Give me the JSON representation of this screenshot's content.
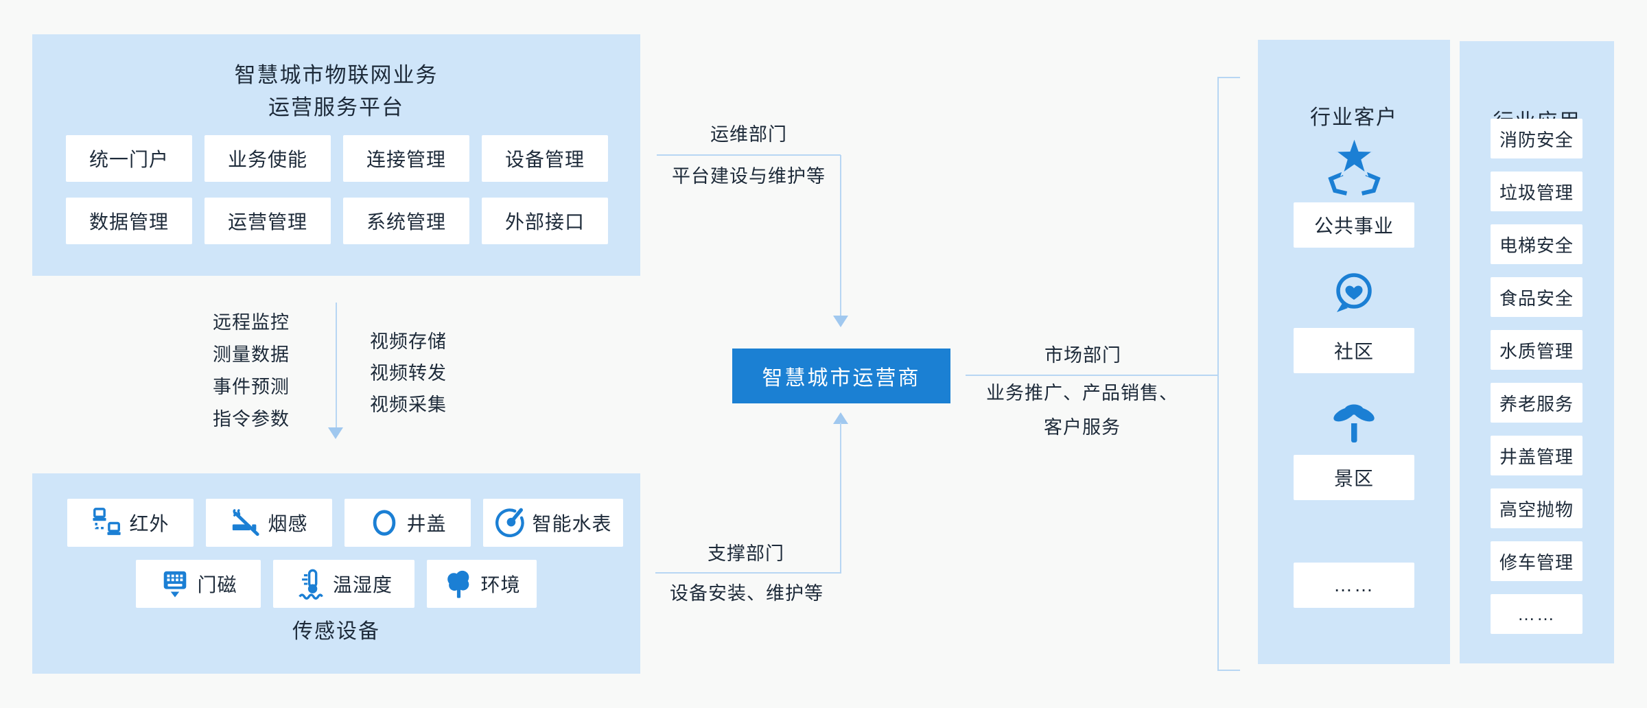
{
  "platform_panel": {
    "title_line1": "智慧城市物联网业务",
    "title_line2": "运营服务平台",
    "modules": [
      "统一门户",
      "业务使能",
      "连接管理",
      "设备管理",
      "数据管理",
      "运营管理",
      "系统管理",
      "外部接口"
    ]
  },
  "data_flow": {
    "down_items": [
      "远程监控",
      "测量数据",
      "事件预测",
      "指令参数"
    ],
    "video_items": [
      "视频存储",
      "视频转发",
      "视频采集"
    ]
  },
  "sensor_panel": {
    "label": "传感设备",
    "row1": [
      {
        "icon": "infrared-icon",
        "label": "红外"
      },
      {
        "icon": "smoke-sensor-icon",
        "label": "烟感"
      },
      {
        "icon": "manhole-cover-icon",
        "label": "井盖"
      },
      {
        "icon": "water-meter-icon",
        "label": "智能水表"
      }
    ],
    "row2": [
      {
        "icon": "door-magnet-icon",
        "label": "门磁"
      },
      {
        "icon": "temp-humidity-icon",
        "label": "温湿度"
      },
      {
        "icon": "environment-tree-icon",
        "label": "环境"
      }
    ]
  },
  "operator": {
    "label": "智慧城市运营商"
  },
  "links": {
    "ops": {
      "dept": "运维部门",
      "desc": "平台建设与维护等"
    },
    "support": {
      "dept": "支撑部门",
      "desc": "设备安装、维护等"
    },
    "market": {
      "dept": "市场部门",
      "desc_line1": "业务推广、产品销售、",
      "desc_line2": "客户服务"
    }
  },
  "customers_panel": {
    "title": "行业客户",
    "items": [
      {
        "icon": "star-hands-icon",
        "label": "公共事业"
      },
      {
        "icon": "heart-bubble-icon",
        "label": "社区"
      },
      {
        "icon": "palm-tree-icon",
        "label": "景区"
      },
      {
        "icon": "",
        "label": "……"
      }
    ]
  },
  "applications_panel": {
    "title": "行业应用",
    "items": [
      "消防安全",
      "垃圾管理",
      "电梯安全",
      "食品安全",
      "水质管理",
      "养老服务",
      "井盖管理",
      "高空抛物",
      "修车管理",
      "……"
    ]
  },
  "colors": {
    "accent": "#1b80d3",
    "icon_blue": "#1b7fd4",
    "panel_bg": "#cfe5f9",
    "box_bg": "#ffffff",
    "line": "#b7d6f3",
    "arrowhead": "#a0c8ef",
    "text": "#1d2a39",
    "page_bg": "#f8f9f8"
  }
}
